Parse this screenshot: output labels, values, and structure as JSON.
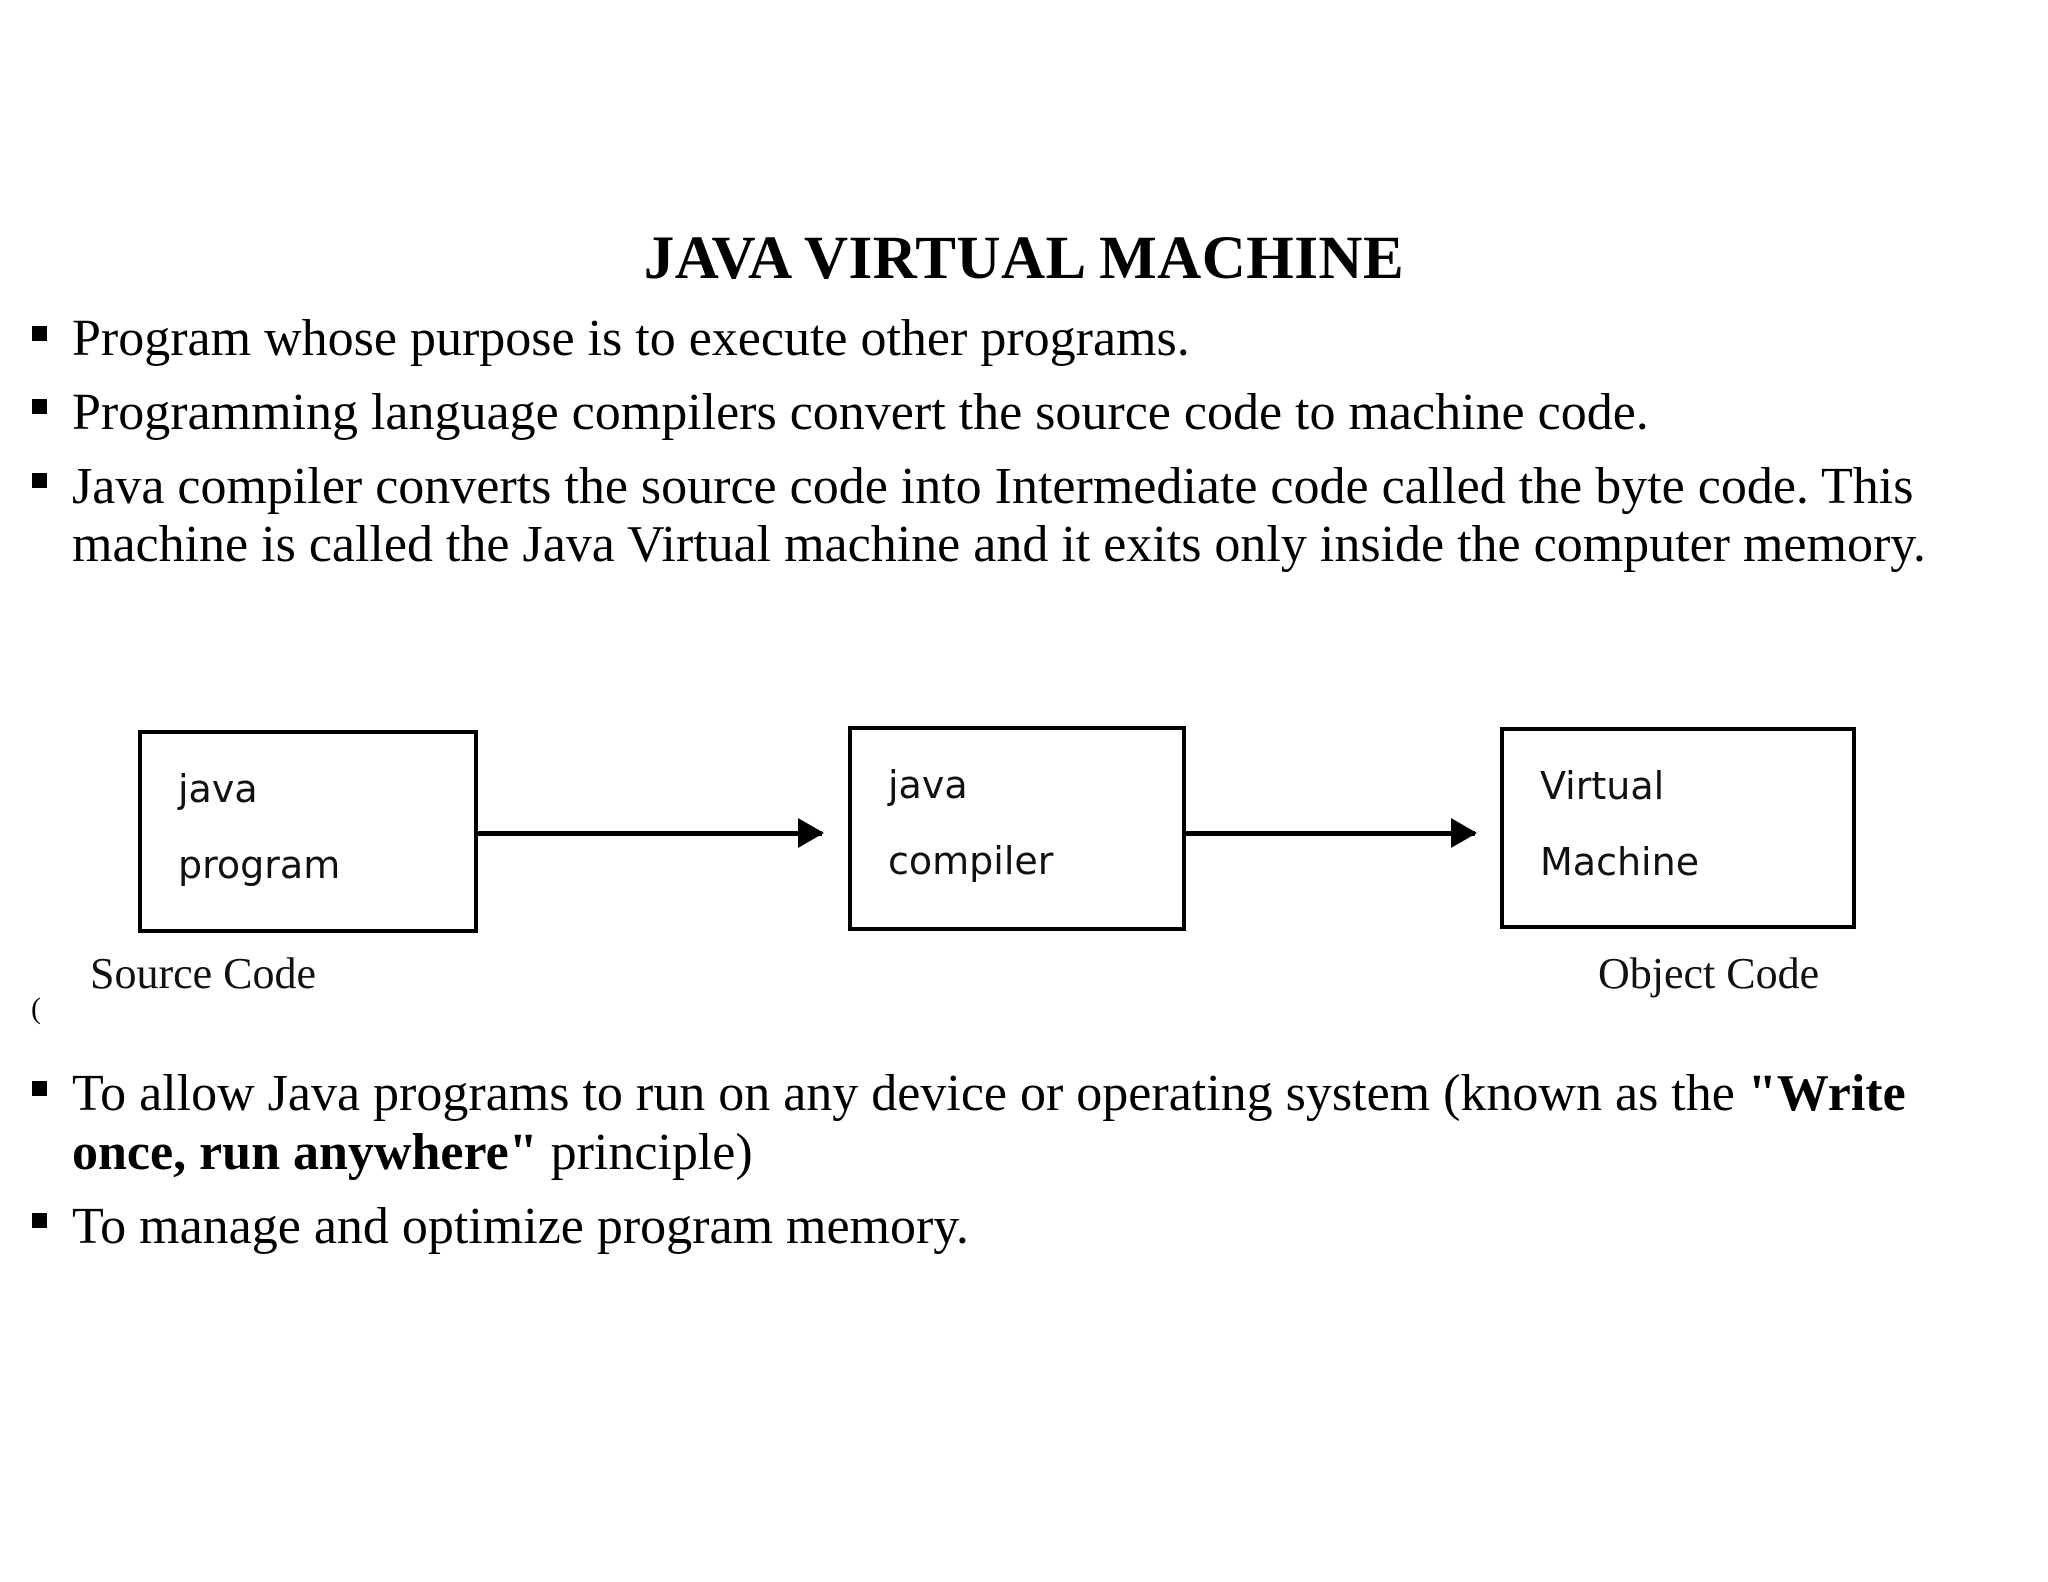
{
  "slide": {
    "title": "JAVA VIRTUAL MACHINE",
    "bullets_top": [
      {
        "text": "Program whose purpose is to execute other programs."
      },
      {
        "text": "Programming language compilers convert the source code to machine code."
      },
      {
        "text": "Java compiler converts the source code into Intermediate code called the byte code. This machine is called the Java Virtual machine and it exits only inside the computer memory."
      }
    ],
    "bullets_bottom": [
      {
        "prefix": "To allow Java programs to run on any device or operating system (known as the ",
        "bold": "\"Write once, run anywhere\"",
        "suffix": " principle)"
      },
      {
        "text": "To manage and optimize program memory."
      }
    ],
    "bullet_marker": "square-bullet",
    "stray_mark": "("
  },
  "diagram": {
    "boxes": [
      {
        "id": "java-program",
        "line1": "java",
        "line2": "program",
        "caption": "Source Code"
      },
      {
        "id": "java-compiler",
        "line1": "java",
        "line2": "compiler",
        "caption": ""
      },
      {
        "id": "virtual-machine",
        "line1": "Virtual",
        "line2": "Machine",
        "caption": "Object Code"
      }
    ],
    "arrows": [
      {
        "id": "arrow-1",
        "from": "java-program",
        "to": "java-compiler"
      },
      {
        "id": "arrow-2",
        "from": "java-compiler",
        "to": "virtual-machine"
      }
    ],
    "colors": {
      "stroke": "#000000",
      "background": "#ffffff",
      "text": "#111111"
    }
  }
}
